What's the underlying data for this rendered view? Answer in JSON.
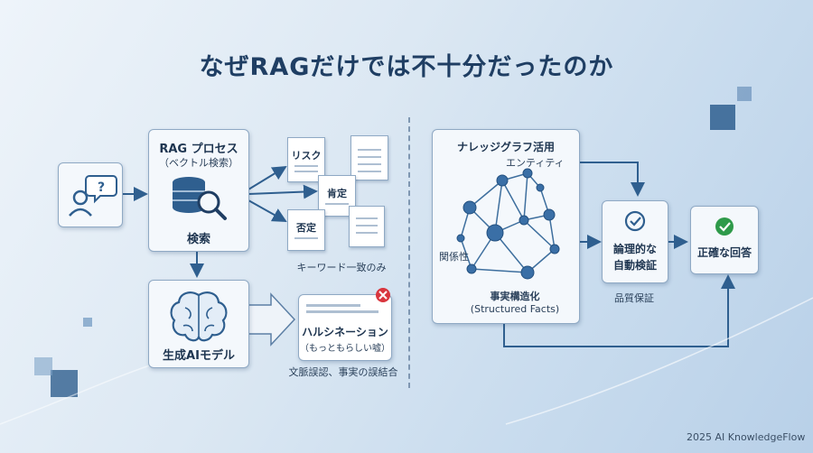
{
  "title": "なぜRAGだけでは不十分だったのか",
  "left": {
    "rag_box": {
      "title": "RAG プロセス",
      "subtitle": "（ベクトル検索）",
      "search_label": "検索"
    },
    "docs": [
      "リスク",
      "肯定",
      "否定"
    ],
    "docs_caption": "キーワード一致のみ",
    "ai_model_label": "生成AIモデル",
    "hallucination": {
      "title": "ハルシネーション",
      "subtitle": "（もっともらしい嘘）"
    },
    "hallucination_caption": "文脈誤認、事実の誤結合"
  },
  "right": {
    "kg_title": "ナレッジグラフ活用",
    "entity_label": "エンティティ",
    "relation_label": "関係性",
    "structured_label": "事実構造化",
    "structured_sub": "(Structured Facts)",
    "verify_label_1": "論理的な",
    "verify_label_2": "自動検証",
    "verify_caption": "品質保証",
    "answer_label": "正確な回答"
  },
  "footer": "2025 AI KnowledgeFlow",
  "colors": {
    "accent": "#2f5f8f",
    "error": "#d9363e",
    "success": "#2e9a4a"
  }
}
